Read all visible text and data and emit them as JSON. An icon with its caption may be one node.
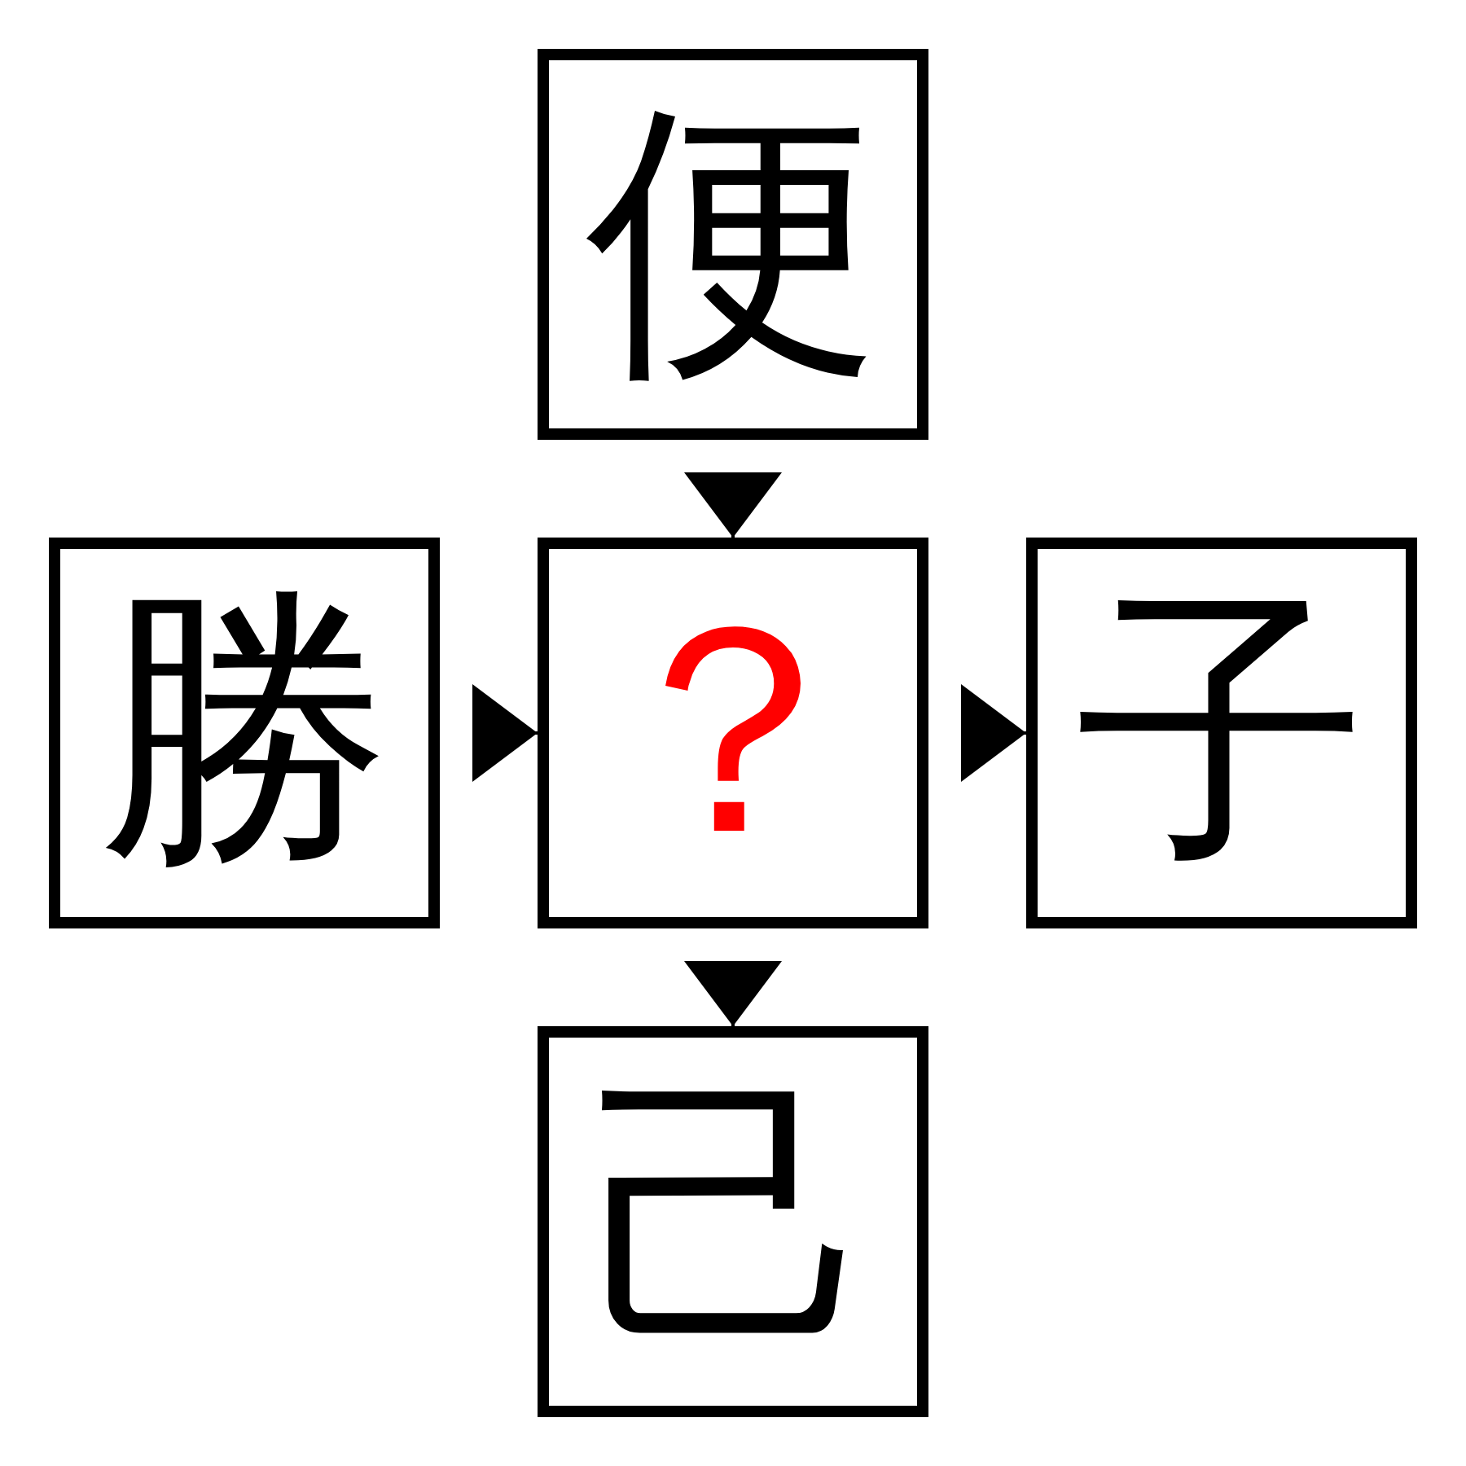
{
  "diagram": {
    "nodes": [
      {
        "text": [
          "便"
        ]
      },
      {
        "text": [
          "勝"
        ]
      },
      {
        "text": [
          "？"
        ]
      },
      {
        "text": [
          "子"
        ]
      },
      {
        "text": [
          "己"
        ]
      }
    ],
    "edges": [
      {
        "from": 0,
        "to": 2,
        "arrow": "to"
      },
      {
        "from": 1,
        "to": 2,
        "arrow": "to"
      },
      {
        "from": 2,
        "to": 3,
        "arrow": "to"
      },
      {
        "from": 2,
        "to": 4,
        "arrow": "to"
      }
    ]
  }
}
